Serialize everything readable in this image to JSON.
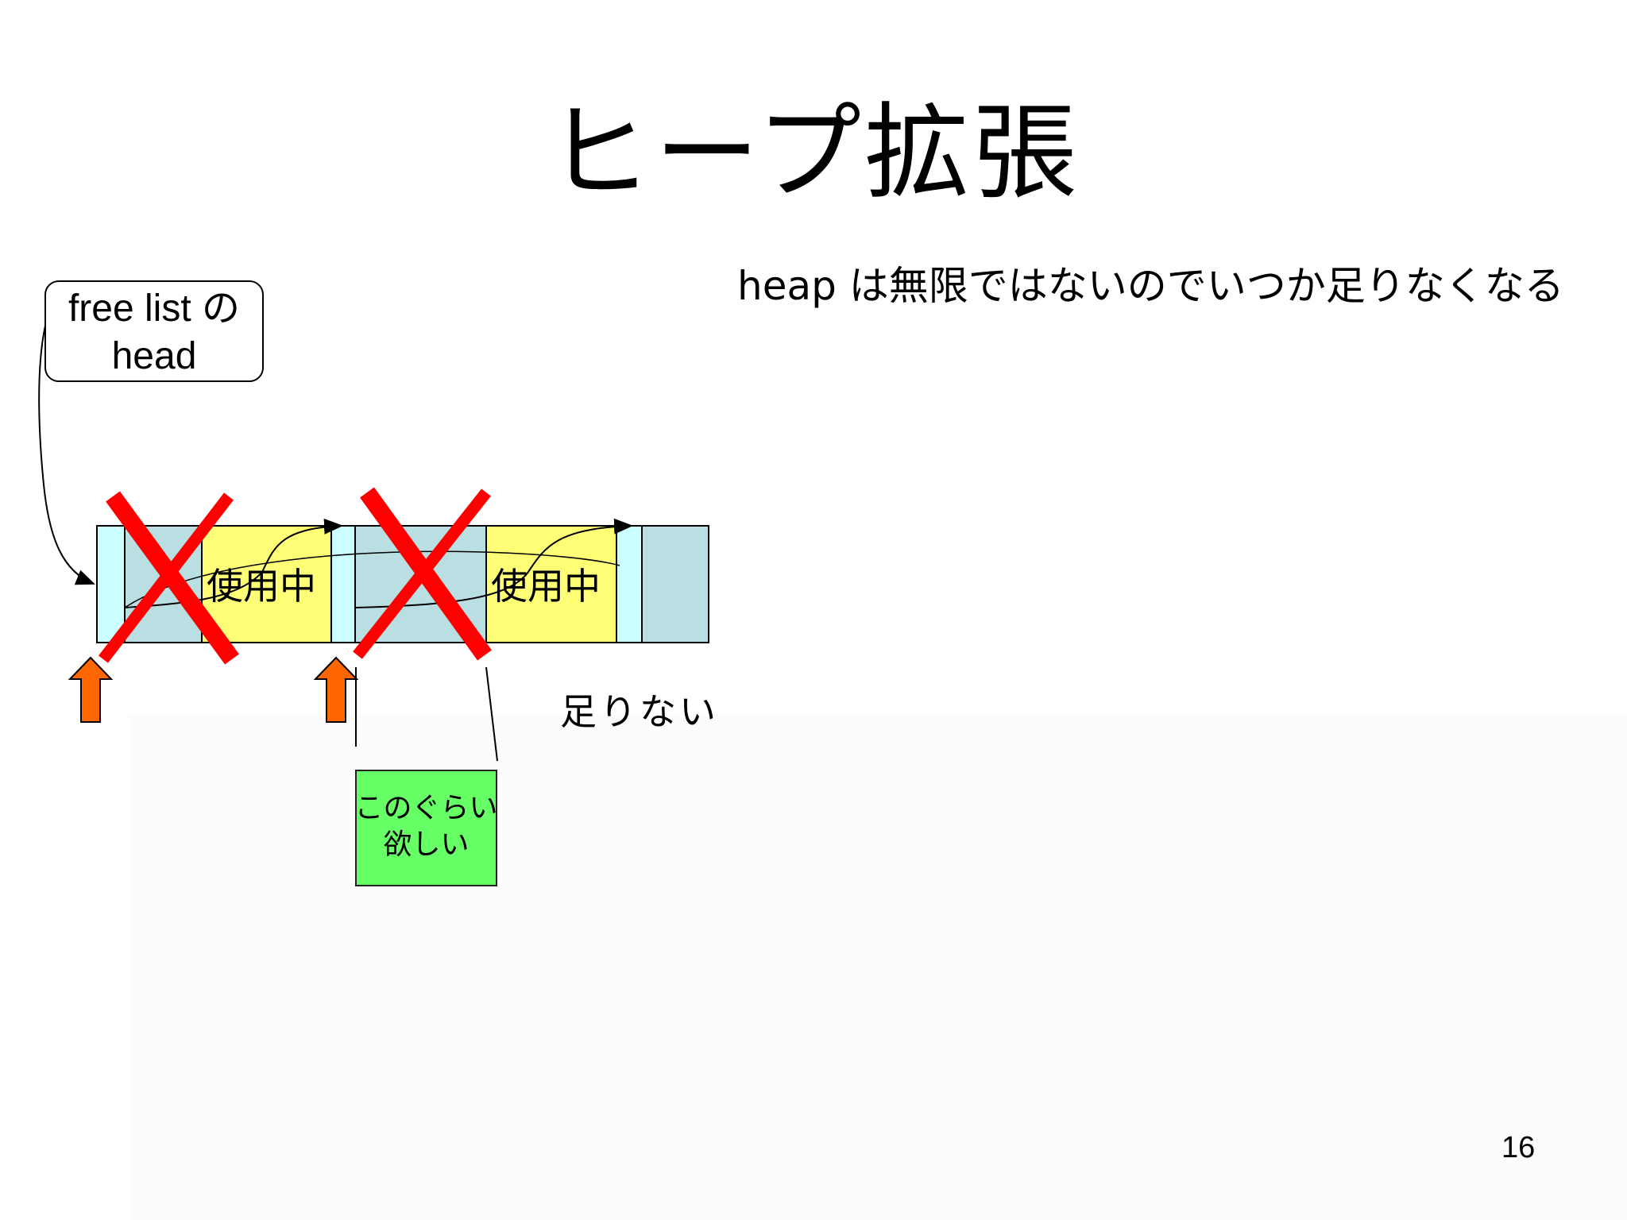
{
  "slide": {
    "title": "ヒープ拡張",
    "subtitle": "heap は無限ではないのでいつか足りなくなる",
    "page_number": "16"
  },
  "head_box": {
    "line1": "free list の",
    "line2": "head"
  },
  "heap": {
    "used_label_1": "使用中",
    "used_label_2": "使用中",
    "shortage_label": "足りない"
  },
  "request_box": {
    "line1": "このぐらい",
    "line2": "欲しい"
  },
  "colors": {
    "free_block": "#b9dfe2",
    "header_block": "#ccffff",
    "used_block": "#ffff77",
    "reject_mark": "#ff0000",
    "pointer_arrow": "#ff6600",
    "request_block": "#66ff66"
  }
}
